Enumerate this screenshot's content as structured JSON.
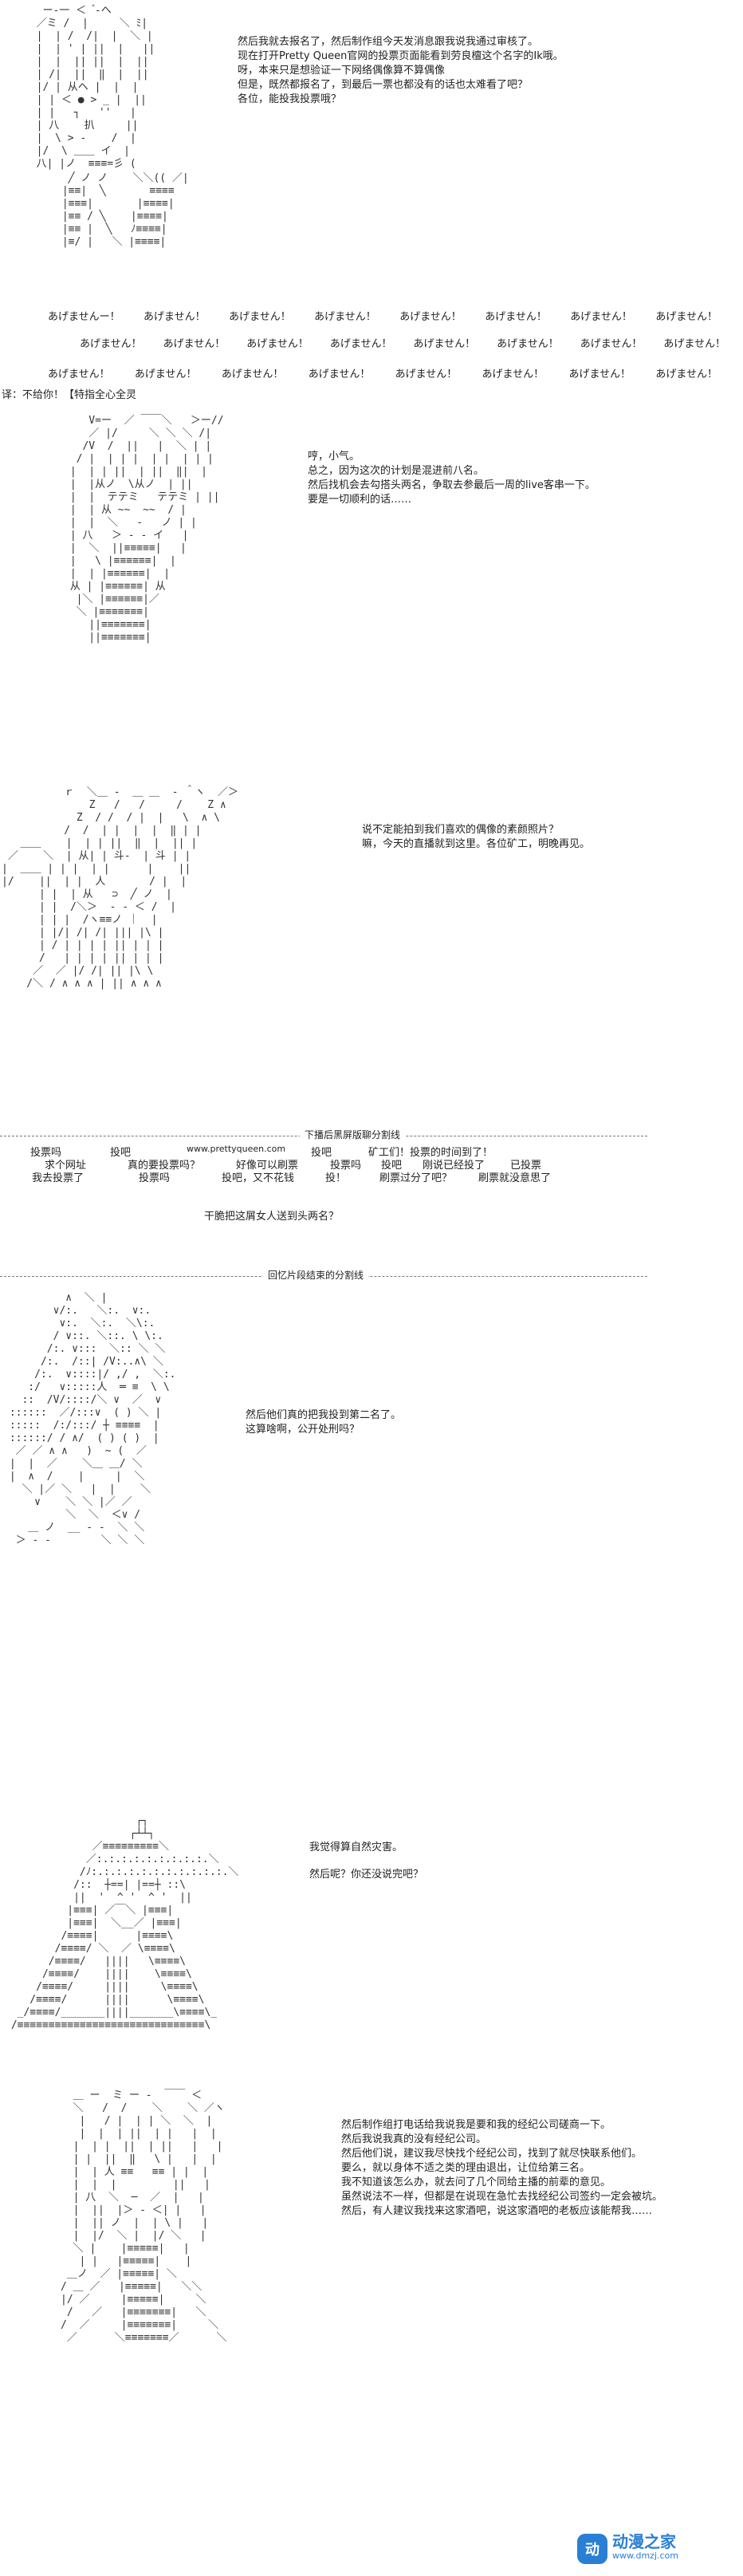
{
  "panel1": {
    "lines": [
      "然后我就去报名了，然后制作组今天发消息跟我说我通过审核了。",
      "现在打开Pretty Queen官网的投票页面能看到劳良檀这个名字的Ik哦。",
      "呀，本来只是想验证一下网络偶像算不算偶像",
      "但是，既然都报名了，到最后一票也都没有的话也太难看了吧？",
      "各位，能投我投票哦？"
    ],
    "chant_row1": [
      "あげませんー！",
      "あげません！",
      "あげません！",
      "あげません！",
      "あげません！",
      "あげません！",
      "あげません！",
      "あげません！"
    ],
    "chant_row2": [
      "あげません！",
      "あげません！",
      "あげません！",
      "あげません！",
      "あげません！",
      "あげません！",
      "あげません！",
      "あげません！"
    ],
    "chant_row3": [
      "あげません！",
      "あげません！",
      "あげません！",
      "あげません！",
      "あげません！",
      "あげません！",
      "あげません！",
      "あげません！"
    ]
  },
  "translator_note": "译：不给你！【特指全心全灵",
  "panel2": {
    "lines": [
      "哼，小气。",
      "总之，因为这次的计划是混进前八名。",
      "然后找机会去勾搭头两名，争取去参最后一周的live客串一下。",
      "要是一切顺利的话……"
    ]
  },
  "panel3": {
    "lines": [
      "说不定能拍到我们喜欢的偶像的素颜照片？",
      "嘛，今天的直播就到这里。各位矿工，明晚再见。"
    ]
  },
  "stream_divider": "下播后黑屏版聊分割线",
  "chat": {
    "row1": [
      "投票吗",
      "投吧",
      "www.prettyqueen.com",
      "投吧",
      "矿工们！投票的时间到了！"
    ],
    "row2": [
      "求个网址",
      "真的要投票吗？",
      "好像可以刷票",
      "投票吗",
      "投吧",
      "刚说已经投了",
      "已投票"
    ],
    "row3": [
      "我去投票了",
      "投票吗",
      "投吧，又不花钱",
      "投！",
      "刷票过分了吧？",
      "刷票就没意思了"
    ]
  },
  "question_line": "干脆把这屑女人送到头两名？",
  "flashback_divider": "回忆片段结束的分割线",
  "panel4": {
    "lines": [
      "然后他们真的把我投到第二名了。",
      "这算啥啊，公开处刑吗？"
    ]
  },
  "panel5": {
    "lines": [
      "我觉得算自然灾害。",
      "然后呢？你还没说完吧？"
    ]
  },
  "panel6": {
    "lines": [
      "然后制作组打电话给我说我是要和我的经纪公司磋商一下。",
      "然后我说我真的没有经纪公司。",
      "然后他们说，建议我尽快找个经纪公司，找到了就尽快联系他们。",
      "要么，就以身体不适之类的理由退出，让位给第三名。",
      "",
      "我不知道该怎么办，就去问了几个同给主播的前辈的意见。",
      "虽然说法不一样，但都是在说现在急忙去找经纪公司签约一定会被坑。",
      "然后，有人建议我找来这家酒吧，说这家酒吧的老板应该能帮我……"
    ]
  },
  "watermark": {
    "logo": "动",
    "name": "动漫之家",
    "url": "www.dmzj.com"
  }
}
